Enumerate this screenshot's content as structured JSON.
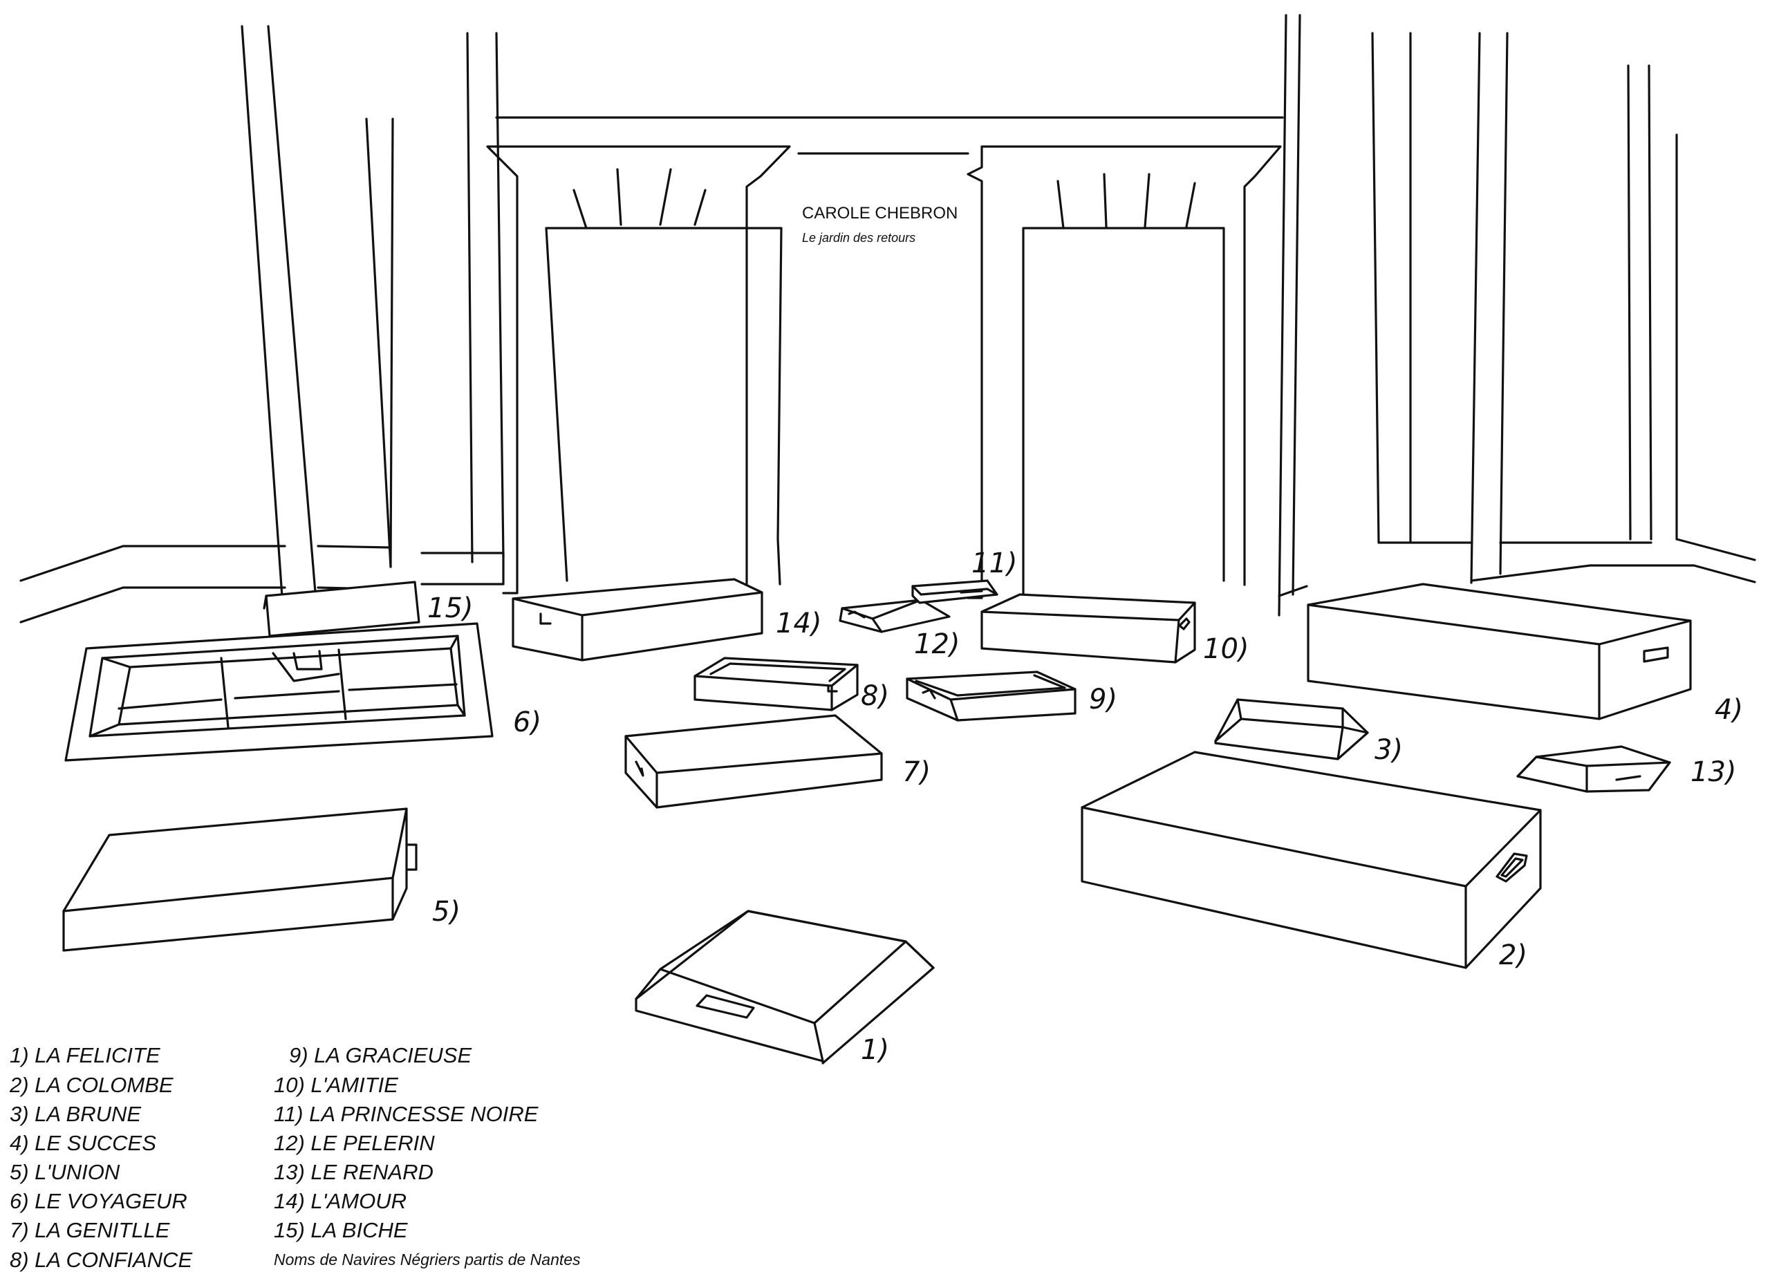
{
  "artist": "CAROLE CHEBRON",
  "work_title": "Le jardin des retours",
  "box_labels": [
    "1)",
    "2)",
    "3)",
    "4)",
    "5)",
    "6)",
    "7)",
    "8)",
    "9)",
    "10)",
    "11)",
    "12)",
    "13)",
    "14)",
    "15)"
  ],
  "legend": {
    "left": [
      "1) LA FELICITE",
      "2) LA COLOMBE",
      "3) LA BRUNE",
      "4) LE SUCCES",
      "5) L'UNION",
      "6) LE VOYAGEUR",
      "7) LA GENITLLE",
      "8) LA CONFIANCE"
    ],
    "right": [
      "9) LA GRACIEUSE",
      "10) L'AMITIE",
      "11) LA PRINCESSE NOIRE",
      "12) LE PELERIN",
      "13) LE RENARD",
      "14) L'AMOUR",
      "15) LA BICHE"
    ],
    "note": "Noms de Navires Négriers partis de Nantes"
  }
}
